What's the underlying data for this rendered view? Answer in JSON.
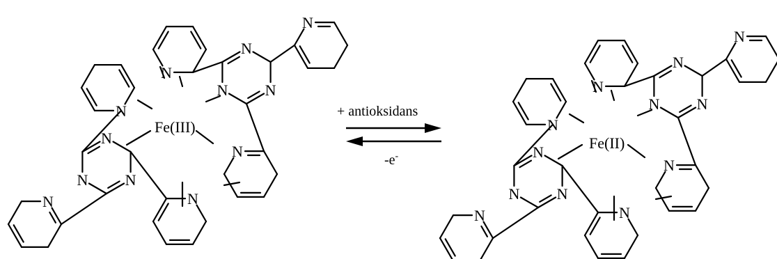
{
  "scheme": {
    "reactant": {
      "metal_label": "Fe(III)",
      "atom_label": "N"
    },
    "product": {
      "metal_label": "Fe(II)",
      "atom_label": "N"
    },
    "forward_condition": "+ antioksidans",
    "reverse_condition_base": "-e",
    "reverse_condition_sup": "-"
  }
}
